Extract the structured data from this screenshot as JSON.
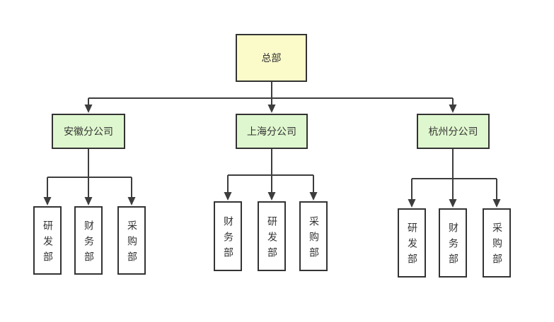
{
  "diagram": {
    "type": "org-chart",
    "background": "#ffffff"
  },
  "colors": {
    "root_fill": "#fbfbc9",
    "branch_fill": "#dff7ce",
    "department_fill": "#ffffff",
    "node_border": "#333333",
    "connector_line": "#3d3d3d",
    "text": "#333333"
  },
  "org": {
    "root": {
      "label": "总部"
    },
    "branches": [
      {
        "label": "安徽分公司",
        "departments": [
          {
            "label": "研发部"
          },
          {
            "label": "财务部"
          },
          {
            "label": "采购部"
          }
        ]
      },
      {
        "label": "上海分公司",
        "departments": [
          {
            "label": "财务部"
          },
          {
            "label": "研发部"
          },
          {
            "label": "采购部"
          }
        ]
      },
      {
        "label": "杭州分公司",
        "departments": [
          {
            "label": "研发部"
          },
          {
            "label": "财务部"
          },
          {
            "label": "采购部"
          }
        ]
      }
    ]
  }
}
